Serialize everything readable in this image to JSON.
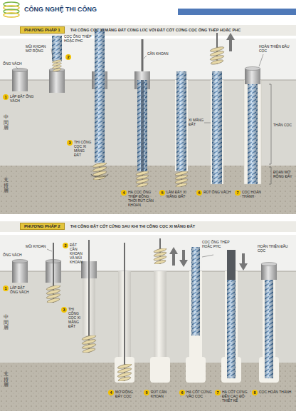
{
  "diagram": {
    "title": "CÔNG NGHỆ THI CÔNG",
    "nodes": [
      {
        "text": [
          "PHƯƠNG PHÁP 1",
          "THI CÔNG CỌC XI MĂNG ĐẤT CÙNG LÚC VỚI ĐẶT CỐT CỨNG CỌC ỐNG THÉP HOẶC PHC"
        ]
      },
      {
        "text": [
          "1",
          "LẮP ĐẶT ỐNG VÁCH"
        ]
      },
      {
        "text": [
          "2"
        ]
      },
      {
        "text": [
          "3",
          "THI CÔNG CỌC XI MĂNG ĐẤT"
        ]
      },
      {
        "text": [
          "4",
          "HẠ CỌC ỐNG THÉP ĐỒNG THỜI RÚT CẦN KHOAN"
        ]
      },
      {
        "text": [
          "5",
          "LÀM ĐẦY XI MĂNG ĐẤT"
        ]
      },
      {
        "text": [
          "6",
          "RÚT ỐNG VÁCH"
        ]
      },
      {
        "text": [
          "7",
          "CỌC HOÀN THÀNH"
        ]
      },
      {
        "text": [
          "PHƯƠNG PHÁP 2",
          "THI CÔNG ĐẶT CỐT CỨNG SAU KHI THI CÔNG CỌC XI MĂNG ĐẤT"
        ]
      },
      {
        "text": [
          "1",
          "LẮP ĐẶT ỐNG VÁCH"
        ]
      },
      {
        "text": [
          "2",
          "ĐẶT CẦN KHOAN VÀ MŨI KHOAN"
        ]
      },
      {
        "text": [
          "3",
          "THI CÔNG CỌC XI MĂNG ĐẤT"
        ]
      },
      {
        "text": [
          "4",
          "MỞ RỘNG ĐÁY CỌC"
        ]
      },
      {
        "text": [
          "5",
          "RÚT CẦN KHOAN"
        ]
      },
      {
        "text": [
          "6",
          "HẠ CỐT CỨNG VÀO CỌC"
        ]
      },
      {
        "text": [
          "7",
          "HẠ CỐT CỨNG ĐẾN CAO ĐỘ THIẾT KẾ"
        ]
      },
      {
        "text": [
          "8",
          "CỌC HOÀN THÀNH"
        ]
      }
    ],
    "labels": [
      "ỐNG VÁCH",
      "MŨI KHOAN MỞ RỘNG",
      "CỌC ỐNG THÉP HOẶC PHC",
      "CẦN KHOAN",
      "XI MĂNG ĐẤT",
      "HOÀN THIỆN ĐẦU CỌC",
      "THÂN CỌC",
      "ĐOẠN MỞ RỘNG ĐÁY",
      "中間層",
      "支持層",
      "ỐNG VÁCH",
      "MŨI KHOAN",
      "CỌC ỐNG THÉP HOẶC PHC",
      "HOÀN THIỆN ĐẦU CỌC",
      "中間層",
      "支持層"
    ]
  }
}
